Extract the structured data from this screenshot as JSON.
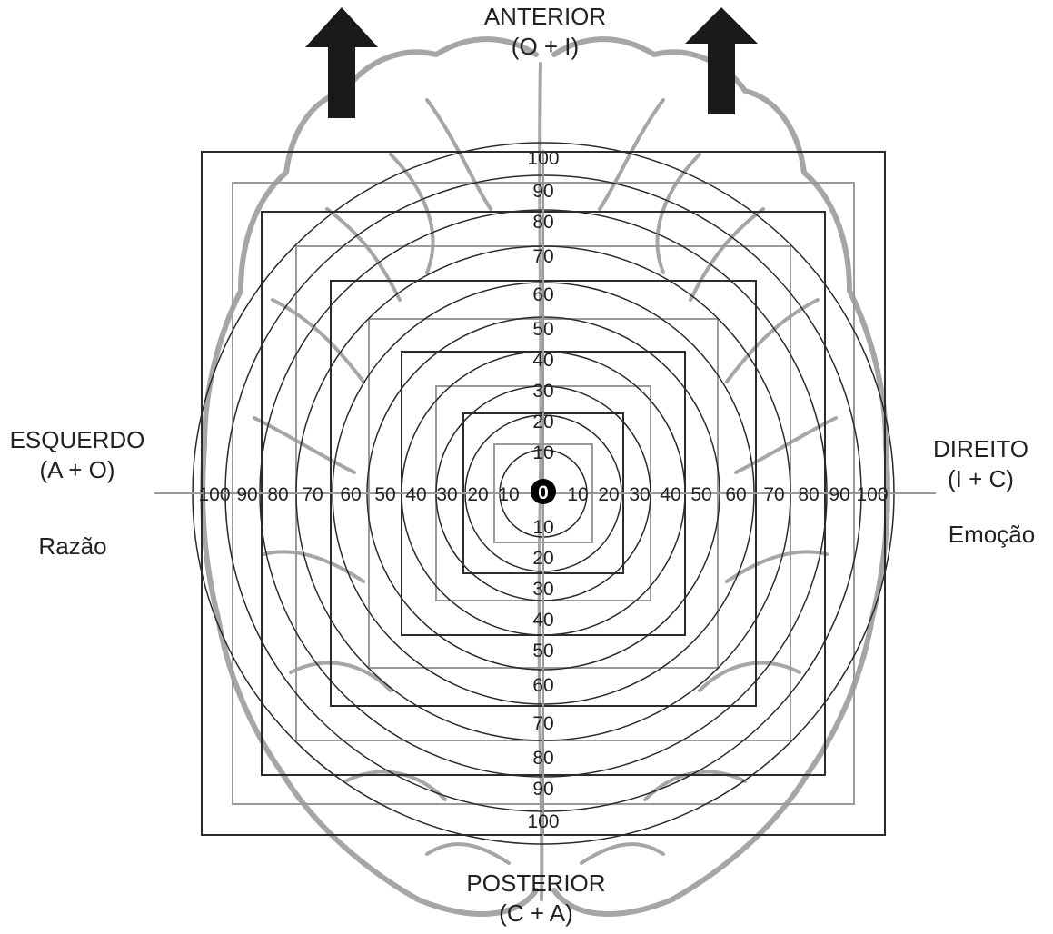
{
  "labels": {
    "anterior": "ANTERIOR",
    "anterior_sub": "(O + I)",
    "posterior": "POSTERIOR",
    "posterior_sub": "(C + A)",
    "left": "ESQUERDO",
    "left_sub": "(A + O)",
    "right": "DIREITO",
    "right_sub": "(I + C)",
    "left_trait": "Razão",
    "right_trait": "Emoção"
  },
  "scale": {
    "center_label": "0",
    "levels": [
      "10",
      "20",
      "30",
      "40",
      "50",
      "60",
      "70",
      "80",
      "90",
      "100"
    ]
  },
  "colors": {
    "brain_outline": "#a6a6a6",
    "grid_dark": "#2b2b2b",
    "grid_gray": "#9a9a9a",
    "arrow": "#1a1a1a",
    "center_dot": "#000000"
  },
  "icons": {
    "up_arrow": "arrow-up-icon",
    "brain": "brain-outline-icon"
  }
}
